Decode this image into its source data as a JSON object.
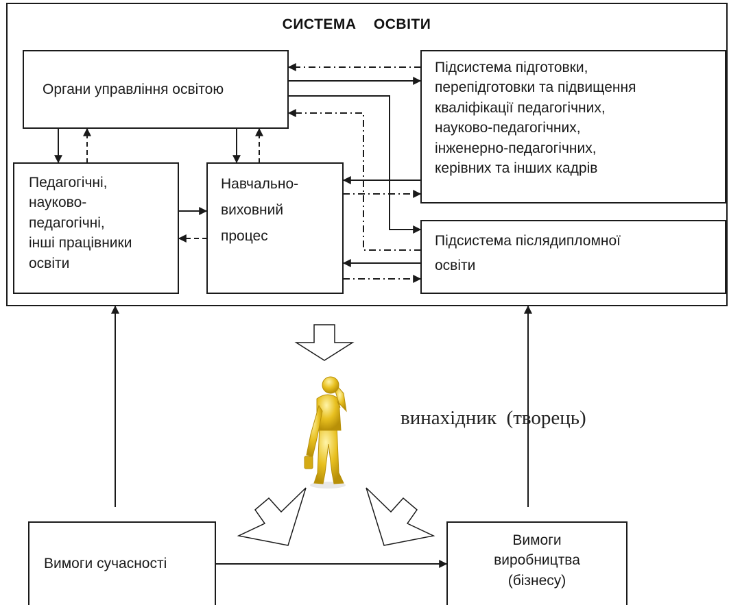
{
  "title": "СИСТЕМА    ОСВІТИ",
  "boxes": {
    "management": "Органи управління освітою",
    "workers": [
      "Педагогічні,",
      "науково-",
      "педагогічні,",
      "інші працівники",
      "освіти"
    ],
    "process": [
      "Навчально-",
      "виховний",
      "процес"
    ],
    "training": [
      "Підсистема підготовки,",
      "перепідготовки та підвищення",
      "кваліфікації педагогічних,",
      "науково-педагогічних,",
      "інженерно-педагогічних,",
      "керівних та інших кадрів"
    ],
    "postgraduate": [
      "Підсистема післядипломної",
      "освіти"
    ],
    "modern_requirements": "Вимоги сучасності",
    "production_requirements": [
      "Вимоги",
      "виробництва",
      "(бізнесу)"
    ]
  },
  "figure_caption": "винахідник  (творець)",
  "colors": {
    "figure": "#e8c020",
    "figure_shade": "#b89008",
    "line": "#1a1a1a"
  }
}
